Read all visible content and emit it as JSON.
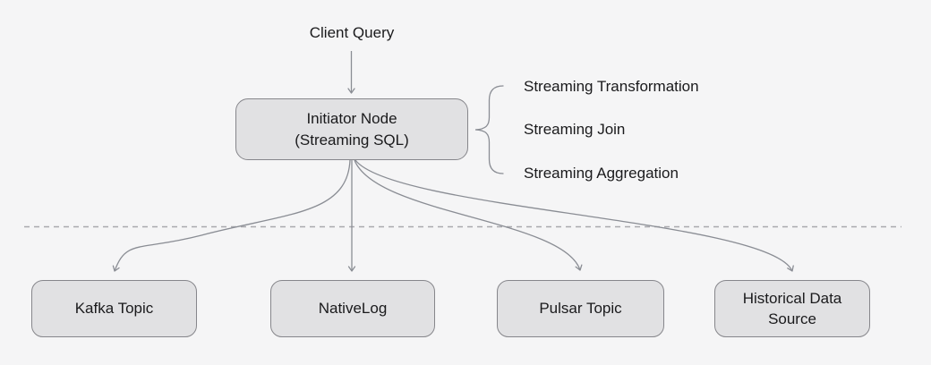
{
  "colors": {
    "bg": "#f5f5f6",
    "node_fill": "#e1e1e3",
    "node_border": "#86868b",
    "line": "#8a8d94",
    "dash": "#a8a8ad",
    "text": "#1a1a1c"
  },
  "diagram": {
    "client_query_label": "Client Query",
    "initiator": {
      "line1": "Initiator Node",
      "line2": "(Streaming SQL)"
    },
    "capabilities": [
      "Streaming Transformation",
      "Streaming Join",
      "Streaming Aggregation"
    ],
    "sources": [
      {
        "label": "Kafka Topic"
      },
      {
        "label": "NativeLog"
      },
      {
        "label": "Pulsar Topic"
      },
      {
        "label": "Historical Data Source"
      }
    ]
  }
}
